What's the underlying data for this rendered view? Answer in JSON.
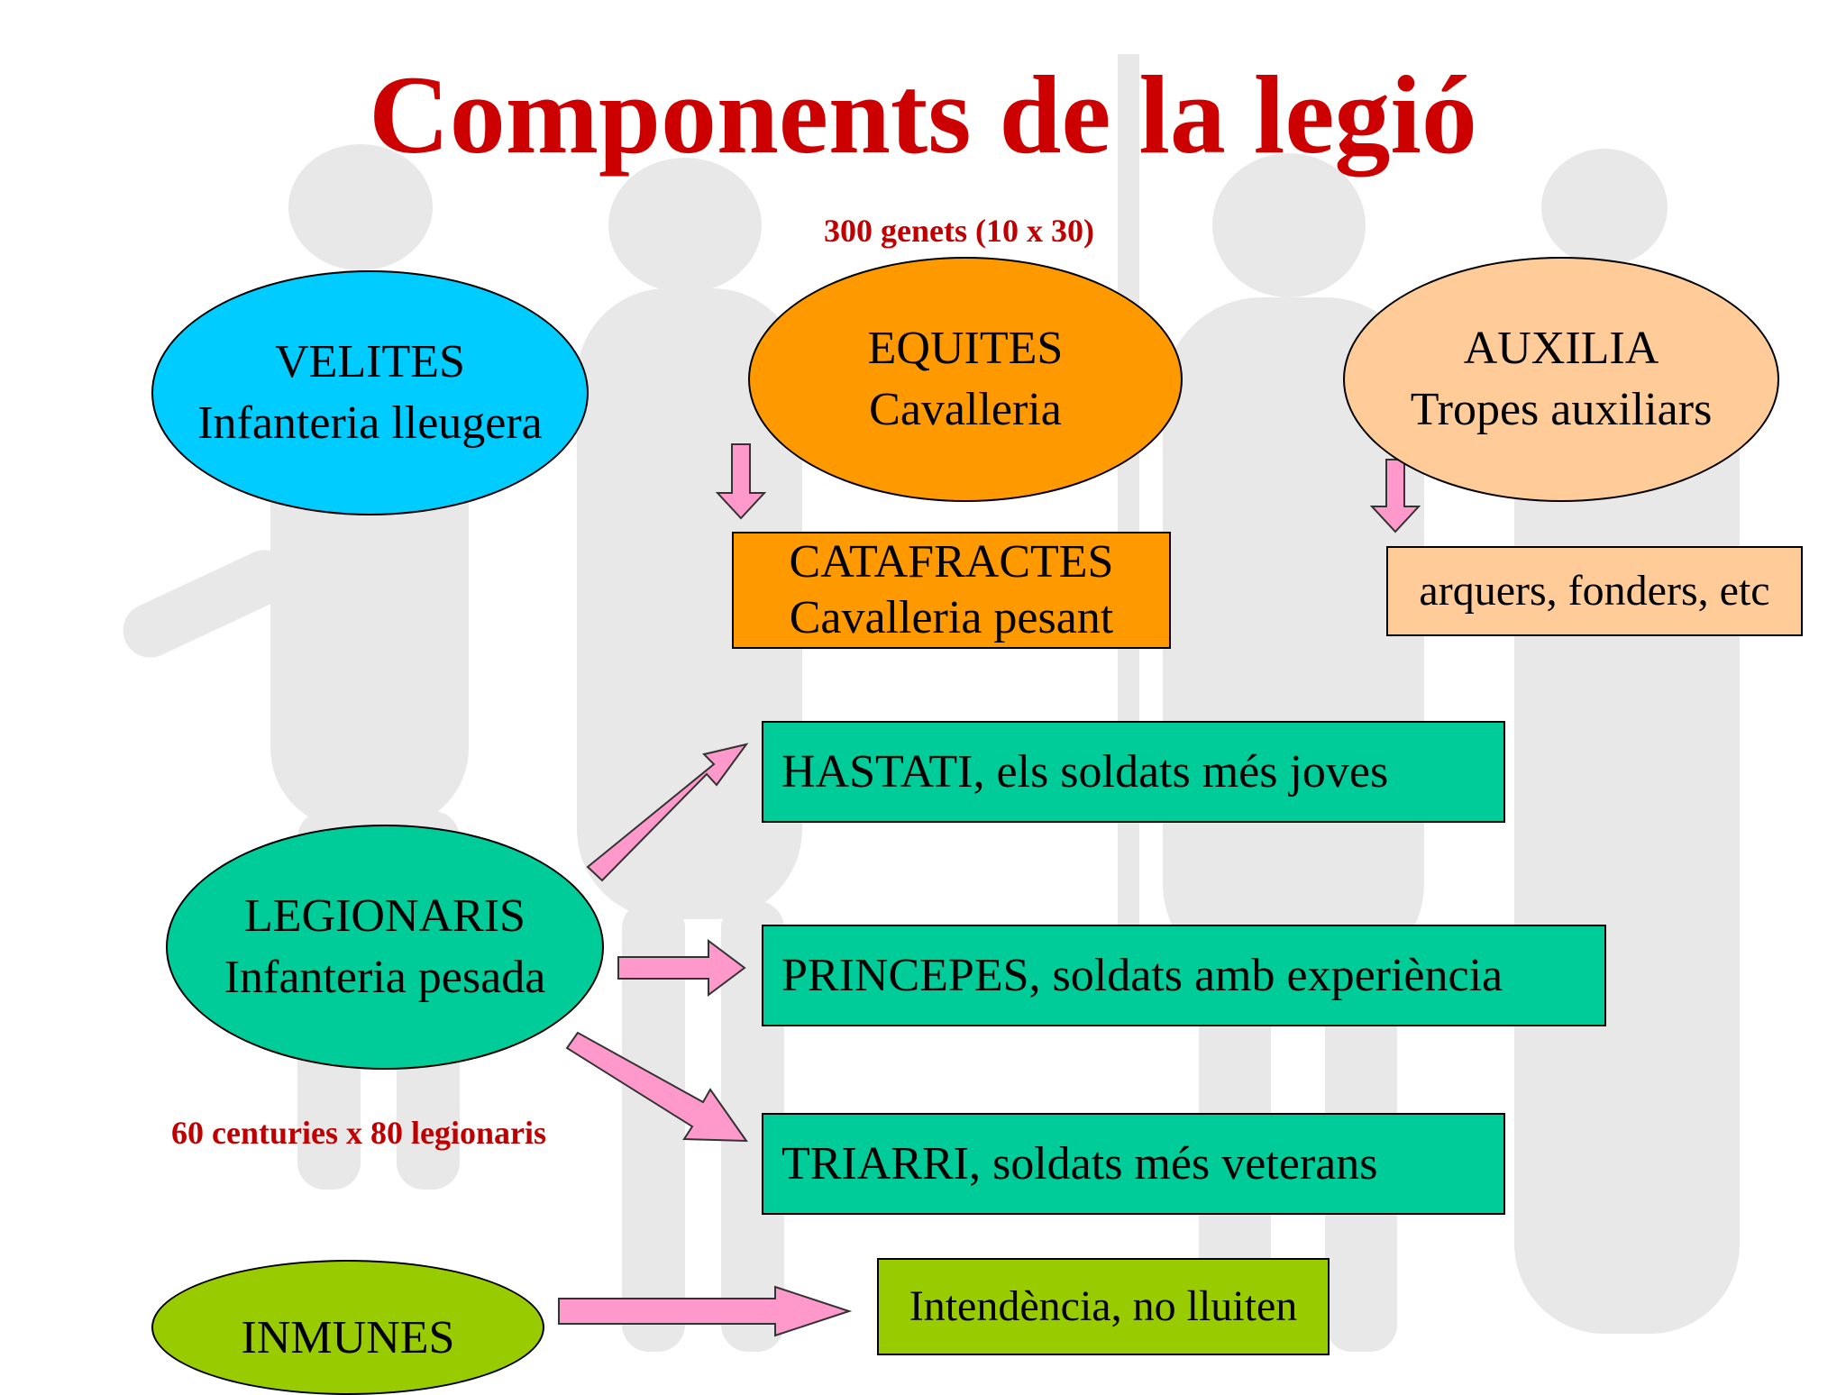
{
  "title": "Components de la legió",
  "notes": {
    "equites_count": "300 genets (10 x 30)",
    "legionaris_count": "60 centuries x 80 legionaris"
  },
  "ellipses": {
    "velites": {
      "line1": "VELITES",
      "line2": "Infanteria lleugera",
      "color": "#00ccff"
    },
    "equites": {
      "line1": "EQUITES",
      "line2": "Cavalleria",
      "color": "#ff9900"
    },
    "auxilia": {
      "line1": "AUXILIA",
      "line2": "Tropes auxiliars",
      "color": "#ffcc99"
    },
    "legionaris": {
      "line1": "LEGIONARIS",
      "line2": "Infanteria pesada",
      "color": "#00cc99"
    },
    "inmunes": {
      "line1": "INMUNES",
      "color": "#99cc00"
    }
  },
  "boxes": {
    "catafractes": {
      "line1": "CATAFRACTES",
      "line2": "Cavalleria pesant",
      "color": "#ff9900"
    },
    "auxilia_detail": {
      "text": "arquers, fonders, etc",
      "color": "#ffcc99"
    },
    "hastati": {
      "text": "HASTATI, els soldats més joves",
      "color": "#00cc99"
    },
    "principes": {
      "text": "PRINCEPES, soldats amb experiència",
      "color": "#00cc99"
    },
    "triarri": {
      "text": "TRIARRI, soldats més veterans",
      "color": "#00cc99"
    },
    "intendencia": {
      "text": "Intendència, no lluiten",
      "color": "#99cc00"
    }
  },
  "arrow_color": "#ff99cc"
}
